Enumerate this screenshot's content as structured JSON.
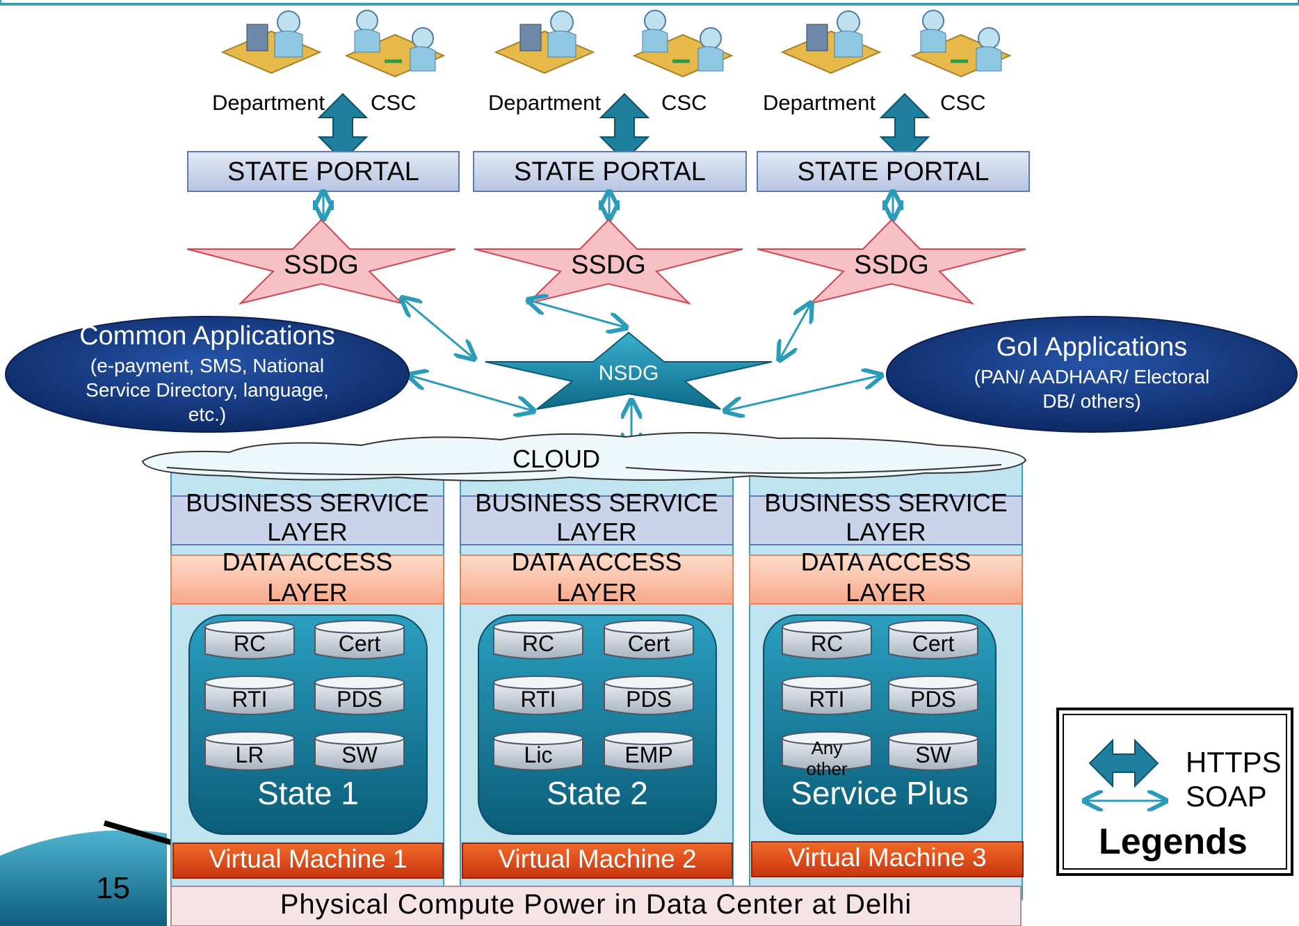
{
  "colors": {
    "frame_teal": "#3aa0b5",
    "portal_fill": "#c9d4ea",
    "ssdg_fill": "#f3b9bf",
    "nsdg_fill": "#1d7e99",
    "ellipse_fill": "#17357a",
    "column_fill": "#bfe4f0",
    "dal_fill": "#fbc9b0",
    "state_box": "#0f6f8c",
    "vm_fill": "#e84f1a",
    "phys_fill": "#f5e3e6",
    "arrow_teal": "#2a9bb8"
  },
  "top_row": [
    {
      "department_label": "Department",
      "csc_label": "CSC",
      "portal_label": "STATE PORTAL",
      "ssdg_label": "SSDG"
    },
    {
      "department_label": "Department",
      "csc_label": "CSC",
      "portal_label": "STATE PORTAL",
      "ssdg_label": "SSDG"
    },
    {
      "department_label": "Department",
      "csc_label": "CSC",
      "portal_label": "STATE PORTAL",
      "ssdg_label": "SSDG"
    }
  ],
  "icons": [
    "desk-user-icon",
    "csc-counter-icon"
  ],
  "nsdg_label": "NSDG",
  "common_apps": {
    "title": "Common Applications",
    "line1": "(e-payment, SMS, National",
    "line2": "Service Directory, language,",
    "line3": "etc.)"
  },
  "goi_apps": {
    "title": "GoI Applications",
    "line1": "(PAN/ AADHAAR/ Electoral",
    "line2": "DB/ others)"
  },
  "cloud_label": "CLOUD",
  "columns": [
    {
      "bsl_line1": "BUSINESS SERVICE",
      "bsl_line2": "LAYER",
      "dal_line1": "DATA ACCESS",
      "dal_line2": "LAYER",
      "dbs": [
        "RC",
        "Cert",
        "RTI",
        "PDS",
        "LR",
        "SW"
      ],
      "state_label": "State 1",
      "vm_label": "Virtual Machine 1"
    },
    {
      "bsl_line1": "BUSINESS SERVICE",
      "bsl_line2": "LAYER",
      "dal_line1": "DATA ACCESS",
      "dal_line2": "LAYER",
      "dbs": [
        "RC",
        "Cert",
        "RTI",
        "PDS",
        "Lic",
        "EMP"
      ],
      "state_label": "State 2",
      "vm_label": "Virtual Machine 2"
    },
    {
      "bsl_line1": "BUSINESS SERVICE",
      "bsl_line2": "LAYER",
      "dal_line1": "DATA ACCESS",
      "dal_line2": "LAYER",
      "dbs": [
        "RC",
        "Cert",
        "RTI",
        "PDS",
        "Any other",
        "SW"
      ],
      "state_label": "Service Plus",
      "vm_label": "Virtual Machine 3"
    }
  ],
  "physical_label": "Physical Compute Power in Data Center at Delhi",
  "page_number": "15",
  "legend": {
    "https_label": "HTTPS",
    "soap_label": "SOAP",
    "title": "Legends"
  }
}
